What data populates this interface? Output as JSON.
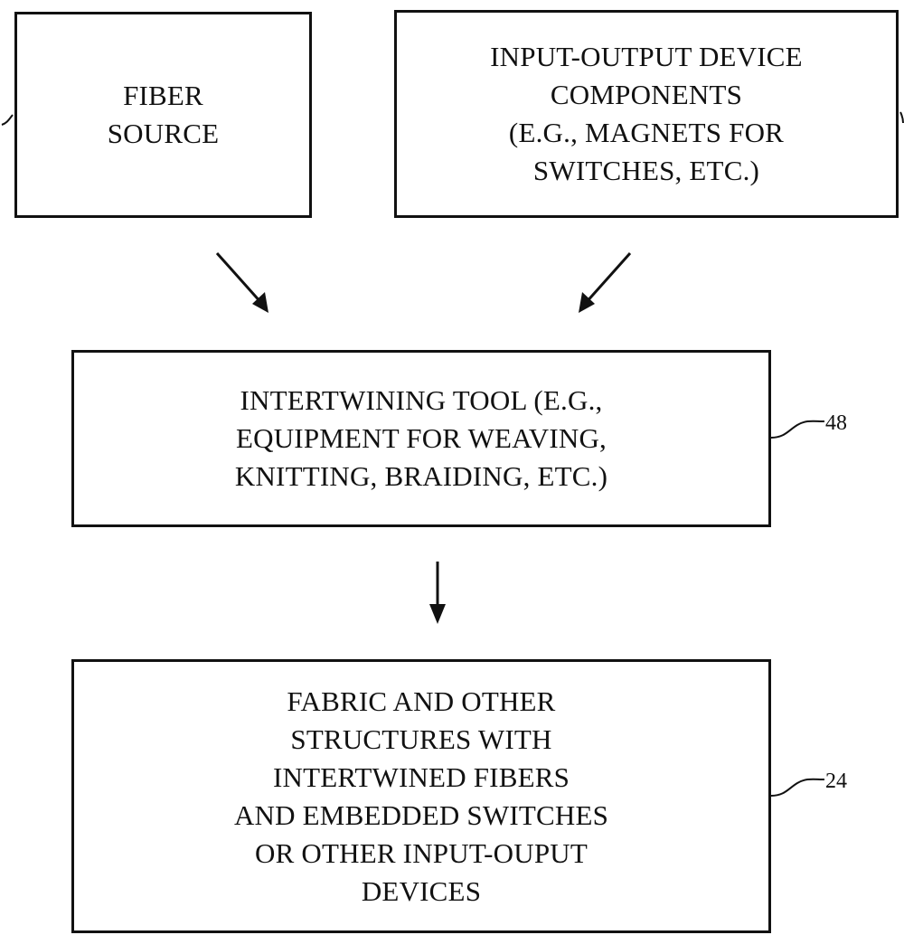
{
  "diagram": {
    "boxes": {
      "fiber_source": "FIBER\nSOURCE",
      "io_components": "INPUT-OUTPUT DEVICE\nCOMPONENTS\n(E.G., MAGNETS FOR\nSWITCHES, ETC.)",
      "intertwining_tool": "INTERTWINING TOOL (E.G.,\nEQUIPMENT FOR WEAVING,\nKNITTING, BRAIDING, ETC.)",
      "fabric": "FABRIC AND OTHER\nSTRUCTURES WITH\nINTERTWINED FIBERS\nAND EMBEDDED SWITCHES\nOR OTHER INPUT-OUPUT\nDEVICES"
    },
    "reference_numerals": {
      "tool": "48",
      "fabric": "24"
    }
  }
}
